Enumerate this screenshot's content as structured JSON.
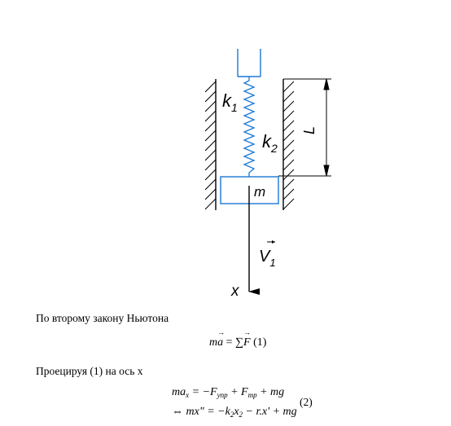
{
  "figure": {
    "labels": {
      "k1": "k",
      "k1_sub": "1",
      "k2": "k",
      "k2_sub": "2",
      "mass": "m",
      "length": "L",
      "velocity": "V",
      "velocity_sub": "1",
      "axis": "x"
    },
    "colors": {
      "line": "#000000",
      "spring": "#1a78d6"
    }
  },
  "text": {
    "newton_law": "По второму закону Ньютона",
    "projection": "Проецируя (1) на ось x"
  },
  "equations": {
    "eq1_m": "m",
    "eq1_a": "a",
    "eq1_rhs": " = ∑",
    "eq1_F": "F",
    "eq1_num": " (1)",
    "eq2_lhs": "ma",
    "eq2_lhs_sub": "x",
    "eq2_mid": " = −F",
    "eq2_f1_sub": "упр",
    "eq2_plus": " + F",
    "eq2_f2_sub": "тр",
    "eq2_end": " + mg",
    "eq3_pre": "⇔ mx\" = −k",
    "eq3_k_sub": "2",
    "eq3_x": "x",
    "eq3_x_sub": "2",
    "eq3_end": " − r.x' + mg",
    "eq_num2": "(2)"
  }
}
